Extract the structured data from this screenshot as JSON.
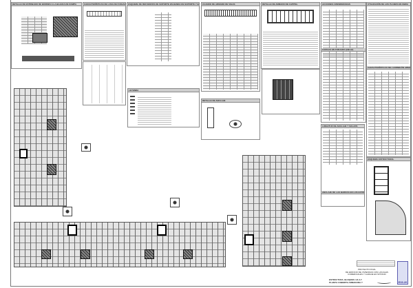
{
  "panels": {
    "estribado": "DETALLE DE ESTRIBADO DE BORDES A LA BAJADA DE RAMPA",
    "losa": "CARACTERÍSTICAS DE LOSA DE FORJADO",
    "esquema": "ESQUEMA DE REFUERZOS DE SOPORTE EN BANDA DE SOPORTE Y BANDA CENTRAL",
    "armado": "CUADRO DE ARMADO DE VIGAS",
    "capitel": "DETALLE DE ARMADO DE CAPITEL",
    "acciones": "ACCIONES CONSIDERADAS",
    "utilizacion": "UTILIZACIÓN DE LOS PLANOS EN OBRA",
    "leyenda": "LEYENDA",
    "anclaje": "DETALLE DE ANCLAJE",
    "cargas": "CARGAS EN FORJADO (kN/m2)",
    "solape": "LONGITUD DE ANCLAJE Y SOLAPE",
    "caracteristicas": "CARACTERÍSTICAS DEL HORMIGÓN ARMADO",
    "esquema_estructural": "ESQUEMA ESTRUCTURAL",
    "anclaje_barras": "ANCLAJE DE LAS BARRAS EN LOS EXTREMOS"
  },
  "title_block": {
    "project_line1": "PROYECTO FINAL",
    "project_line2": "DE EDIFICIO DE VIVIENDAS CON LOCALES",
    "project_line3": "COMERCIALES Y GARAJE EN SÓTANO",
    "drawing_line1": "ESTRUCTURA. BLOQUES 4-6-4-7",
    "drawing_line2": "PLANTA CUBIERTA    ARMADURA Y",
    "sheet_number": "E03.20"
  }
}
